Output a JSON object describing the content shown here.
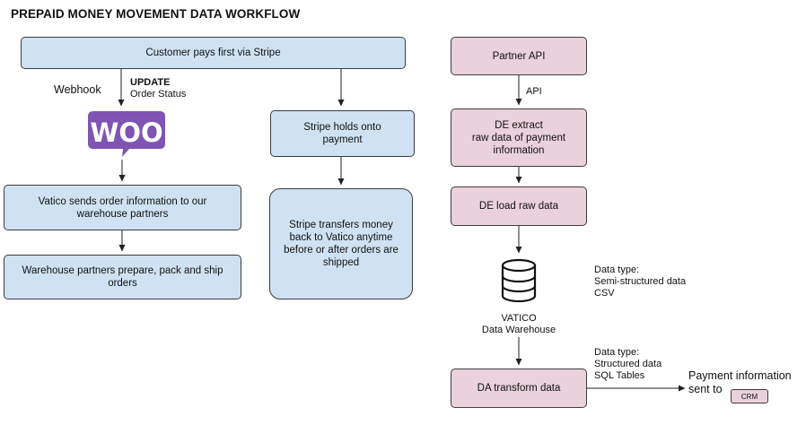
{
  "title": "PREPAID MONEY MOVEMENT DATA WORKFLOW",
  "left_flow": {
    "customer_pays": "Customer pays first via Stripe",
    "webhook_label": "Webhook",
    "update_label": "UPDATE",
    "order_status_label": "Order Status",
    "logo_text": "WOO",
    "vatico_sends": "Vatico sends order information to our warehouse partners",
    "warehouse_prepare": "Warehouse partners prepare, pack and ship orders",
    "stripe_holds": "Stripe holds onto payment",
    "stripe_transfers": "Stripe transfers money back to Vatico anytime before or after orders are shipped"
  },
  "right_flow": {
    "partner_api": "Partner API",
    "api_label": "API",
    "de_extract_line1": "DE extract",
    "de_extract_line2": "raw data of payment",
    "de_extract_line3": "information",
    "de_load": "DE load raw data",
    "warehouse_name_line1": "VATICO",
    "warehouse_name_line2": "Data Warehouse",
    "datatype1_line1": "Data type:",
    "datatype1_line2": "Semi-structured data",
    "datatype1_line3": "CSV",
    "datatype2_line1": "Data type:",
    "datatype2_line2": "Structured data",
    "datatype2_line3": "SQL Tables",
    "da_transform": "DA transform data",
    "payment_info_line1": "Payment information",
    "payment_info_line2": "sent to",
    "crm": "CRM"
  },
  "colors": {
    "blue_box": "#cfe2f3",
    "pink_box": "#ead1dc",
    "woo_purple": "#7f54b3",
    "line": "#222222"
  },
  "icons": {
    "woo_logo": "woocommerce-logo-icon",
    "database": "database-icon"
  }
}
